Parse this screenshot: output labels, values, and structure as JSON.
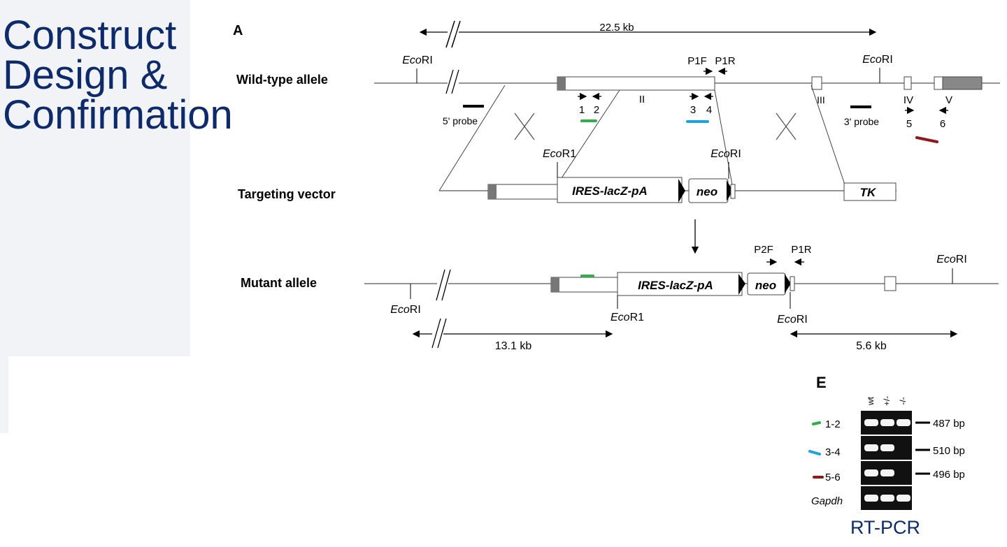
{
  "title": [
    "Construct",
    "Design &",
    "Confirmation"
  ],
  "panel_a": {
    "label": "A",
    "distance_top": "22.5 kb",
    "rows": {
      "wildtype": "Wild-type allele",
      "vector": "Targeting vector",
      "mutant": "Mutant allele"
    },
    "enzyme_prefix": "Eco",
    "enzyme_ri": "RI",
    "enzyme_r1": "R1",
    "primers": {
      "p1f": "P1F",
      "p1r": "P1R",
      "p2f": "P2F"
    },
    "exons": [
      "II",
      "III",
      "IV",
      "V"
    ],
    "primer_numbers": [
      "1",
      "2",
      "3",
      "4",
      "5",
      "6"
    ],
    "probes": {
      "five": "5' probe",
      "three": "3' probe"
    },
    "cassettes": {
      "ires": "IRES-lacZ-pA",
      "neo": "neo",
      "tk": "TK"
    },
    "distance_left": "13.1 kb",
    "distance_right": "5.6 kb"
  },
  "panel_e": {
    "label": "E",
    "lanes": [
      "wt",
      "+/-",
      "-/-"
    ],
    "rows": [
      {
        "label": "1-2",
        "size": "487 bp",
        "marker_color": "#2fae4a",
        "bands": [
          true,
          true,
          true
        ]
      },
      {
        "label": "3-4",
        "size": "510 bp",
        "marker_color": "#1fa3dc",
        "bands": [
          true,
          true,
          false
        ]
      },
      {
        "label": "5-6",
        "size": "496 bp",
        "marker_color": "#8b1a1a",
        "bands": [
          true,
          true,
          false
        ]
      },
      {
        "label": "Gapdh",
        "size": "",
        "marker_color": "",
        "bands": [
          true,
          true,
          true
        ]
      }
    ],
    "caption": "RT-PCR"
  },
  "colors": {
    "title": "#0d2a6b",
    "green_marker": "#2fae4a",
    "blue_marker": "#1fa3dc",
    "red_marker": "#8b1a1a"
  }
}
